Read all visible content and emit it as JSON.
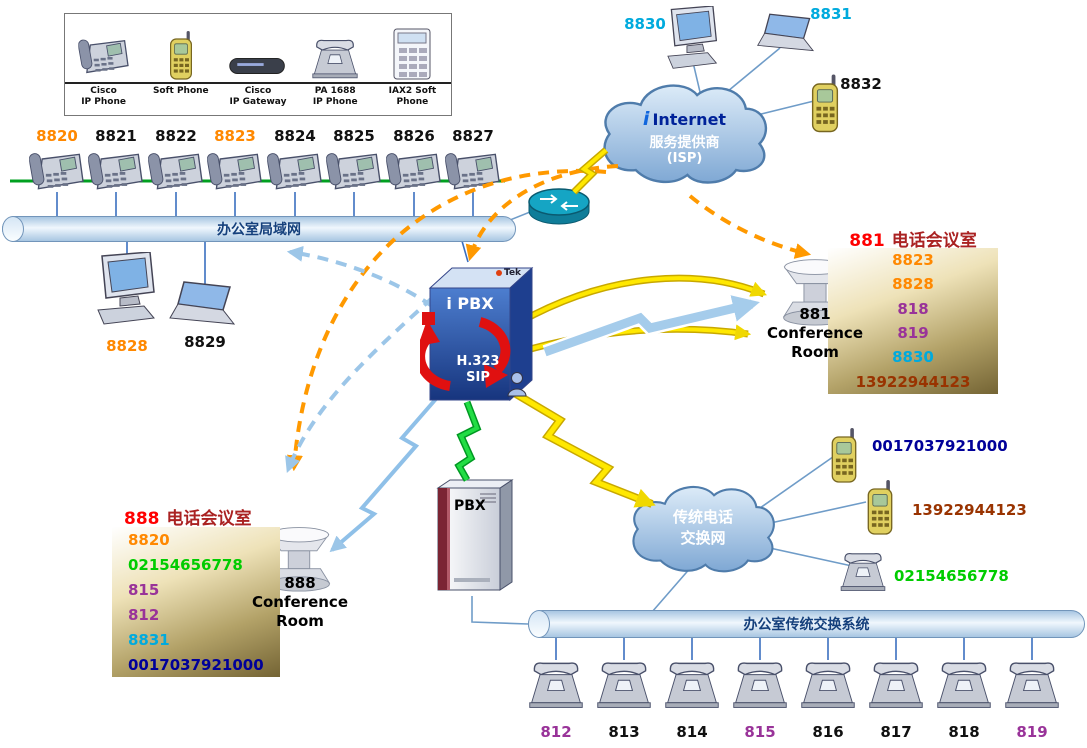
{
  "legend": {
    "items": [
      {
        "line1": "Cisco",
        "line2": "IP Phone"
      },
      {
        "line1": "Soft Phone",
        "line2": ""
      },
      {
        "line1": "Cisco",
        "line2": "IP Gateway"
      },
      {
        "line1": "PA 1688",
        "line2": "IP Phone"
      },
      {
        "line1": "IAX2 Soft",
        "line2": "Phone"
      }
    ]
  },
  "lan": {
    "label": "办公室局域网",
    "phones": [
      {
        "number": "8820",
        "color": "#ff8800"
      },
      {
        "number": "8821",
        "color": "#111111"
      },
      {
        "number": "8822",
        "color": "#111111"
      },
      {
        "number": "8823",
        "color": "#ff8800"
      },
      {
        "number": "8824",
        "color": "#111111"
      },
      {
        "number": "8825",
        "color": "#111111"
      },
      {
        "number": "8826",
        "color": "#111111"
      },
      {
        "number": "8827",
        "color": "#111111"
      }
    ],
    "computers": [
      {
        "number": "8828",
        "color": "#ff8800"
      },
      {
        "number": "8829",
        "color": "#111111"
      }
    ]
  },
  "internet": {
    "logo": "i",
    "name": "Internet",
    "line2": "服务提供商",
    "line3": "(ISP)"
  },
  "remote_devices": [
    {
      "number": "8830",
      "color": "#00aadd"
    },
    {
      "number": "8831",
      "color": "#00aadd"
    },
    {
      "number": "8832",
      "color": "#111111"
    }
  ],
  "ipbx": {
    "name": "i PBX",
    "proto1": "H.323",
    "proto2": "SIP",
    "brand": "Tek"
  },
  "pbx": {
    "name": "PBX"
  },
  "conf881": {
    "number": "881",
    "title": "电话会议室",
    "number_color": "#ff0000",
    "title_color": "#aa2222",
    "room": {
      "line1": "881",
      "line2": "Conference",
      "line3": "Room"
    },
    "members": [
      {
        "number": "8823",
        "color": "#ff8800"
      },
      {
        "number": "8828",
        "color": "#ff8800"
      },
      {
        "number": "818",
        "color": "#993399"
      },
      {
        "number": "819",
        "color": "#993399"
      },
      {
        "number": "8830",
        "color": "#00aadd"
      },
      {
        "number": "13922944123",
        "color": "#993300"
      }
    ]
  },
  "conf888": {
    "number": "888",
    "title": "电话会议室",
    "number_color": "#ff0000",
    "title_color": "#aa2222",
    "room": {
      "line1": "888",
      "line2": "Conference",
      "line3": "Room"
    },
    "members": [
      {
        "number": "8820",
        "color": "#ff8800"
      },
      {
        "number": "02154656778",
        "color": "#00cc00"
      },
      {
        "number": "815",
        "color": "#993399"
      },
      {
        "number": "812",
        "color": "#993399"
      },
      {
        "number": "8831",
        "color": "#00aadd"
      },
      {
        "number": "0017037921000",
        "color": "#000099"
      }
    ]
  },
  "pstn": {
    "cloud_line1": "传统电话",
    "cloud_line2": "交换网",
    "devices": [
      {
        "number": "0017037921000",
        "color": "#000099"
      },
      {
        "number": "13922944123",
        "color": "#993300"
      },
      {
        "number": "02154656778",
        "color": "#00cc00"
      }
    ],
    "bar_label": "办公室传统交换系统",
    "phones": [
      {
        "number": "812",
        "color": "#993399"
      },
      {
        "number": "813",
        "color": "#111111"
      },
      {
        "number": "814",
        "color": "#111111"
      },
      {
        "number": "815",
        "color": "#993399"
      },
      {
        "number": "816",
        "color": "#111111"
      },
      {
        "number": "817",
        "color": "#111111"
      },
      {
        "number": "818",
        "color": "#111111"
      },
      {
        "number": "819",
        "color": "#993399"
      }
    ]
  }
}
